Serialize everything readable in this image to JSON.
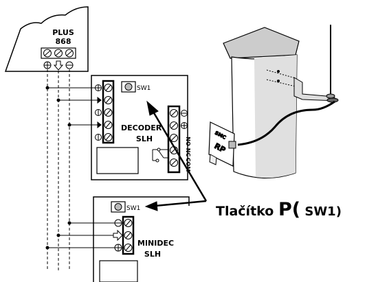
{
  "plus": {
    "line1": "PLUS",
    "line2": "868"
  },
  "decoder": {
    "line1": "DECODER",
    "line2": "SLH",
    "sw": "SW1",
    "contacts": [
      "COM",
      "NC",
      "NO"
    ]
  },
  "minidec": {
    "line1": "MINIDEC",
    "line2": "SLH",
    "sw": "SW1"
  },
  "receiver": {
    "line1": "SMC",
    "line2": "RP"
  },
  "annotation": {
    "main": "Tlačítko ",
    "big": "P(",
    "small": " SW1)"
  }
}
